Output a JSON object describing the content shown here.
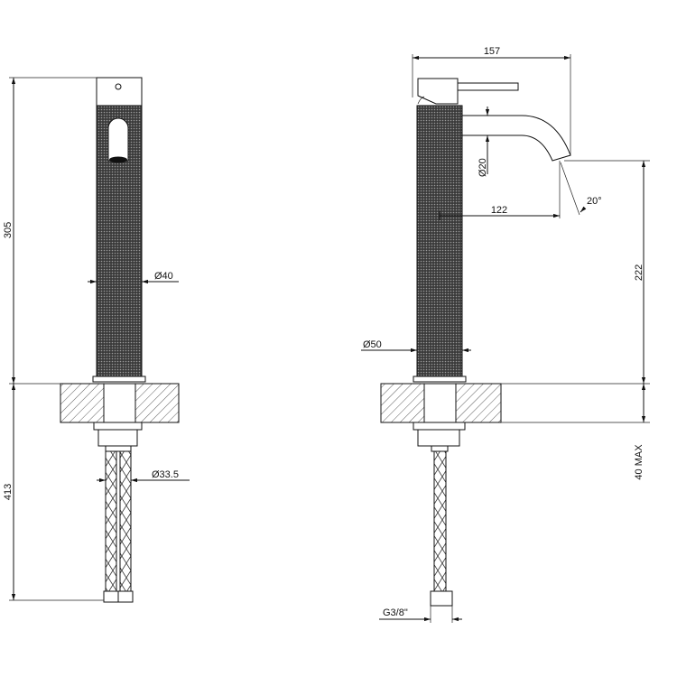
{
  "drawing": {
    "front_view": {
      "height_dim": "305",
      "below_counter_dim": "413",
      "body_diameter": "Ø40",
      "hose_diameter": "Ø33.5"
    },
    "side_view": {
      "total_depth_dim": "157",
      "spout_diameter": "Ø20",
      "spout_angle": "20°",
      "spout_reach_dim": "122",
      "spout_height_dim": "222",
      "base_diameter": "Ø50",
      "counter_thickness": "40 MAX",
      "connection_thread": "G3/8\""
    }
  }
}
